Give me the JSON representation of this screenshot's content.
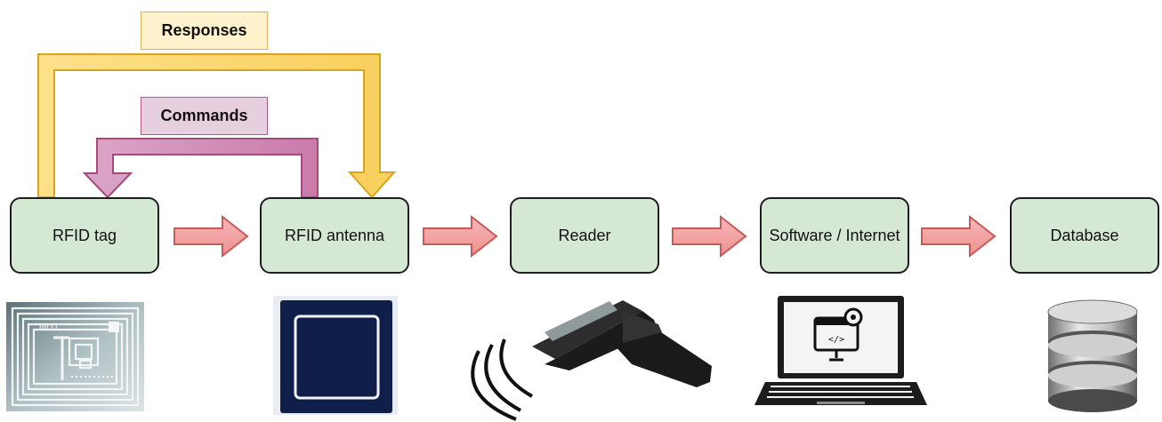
{
  "diagram": {
    "labels": {
      "responses": "Responses",
      "commands": "Commands"
    },
    "nodes": [
      {
        "id": "tag",
        "label": "RFID tag",
        "icon": "rfid-tag-image"
      },
      {
        "id": "antenna",
        "label": "RFID antenna",
        "icon": "rfid-antenna-image"
      },
      {
        "id": "reader",
        "label": "Reader",
        "icon": "handheld-reader-icon"
      },
      {
        "id": "software",
        "label": "Software / Internet",
        "icon": "laptop-icon"
      },
      {
        "id": "database",
        "label": "Database",
        "icon": "database-icon"
      }
    ],
    "edges": [
      {
        "from": "tag",
        "to": "antenna"
      },
      {
        "from": "antenna",
        "to": "reader"
      },
      {
        "from": "reader",
        "to": "software"
      },
      {
        "from": "software",
        "to": "database"
      },
      {
        "from": "antenna",
        "to": "tag",
        "label_key": "commands"
      },
      {
        "from": "tag",
        "to": "antenna",
        "label_key": "responses"
      }
    ],
    "colors": {
      "node_fill": "#d5e8d4",
      "flow_arrow": "#f4a5a5",
      "responses": "#fff2cc",
      "commands": "#e6d0de"
    }
  }
}
